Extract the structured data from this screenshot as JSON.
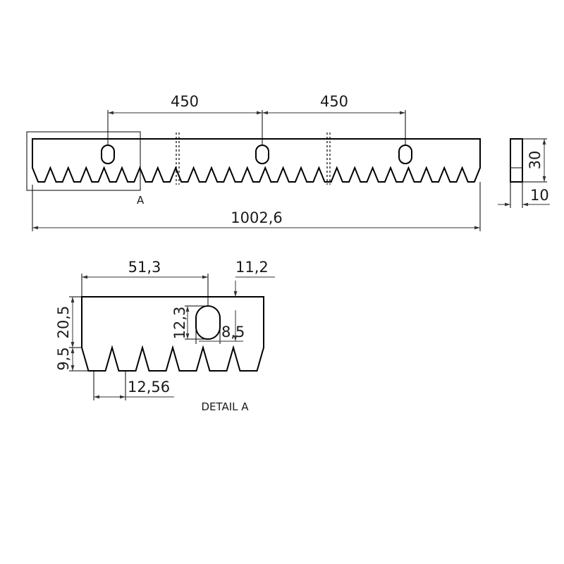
{
  "dimensions": {
    "slot_pitch_1": "450",
    "slot_pitch_2": "450",
    "overall_length": "1002,6",
    "height": "30",
    "thickness": "10",
    "detail_slot_offset": "51,3",
    "detail_slot_width_offset": "11,2",
    "detail_total_height": "20,5",
    "detail_slot_length": "12,3",
    "detail_slot_width": "8,5",
    "detail_tooth_height": "9,5",
    "detail_tooth_pitch": "12,56"
  },
  "labels": {
    "detail_marker": "A",
    "detail_title": "DETAIL A"
  }
}
